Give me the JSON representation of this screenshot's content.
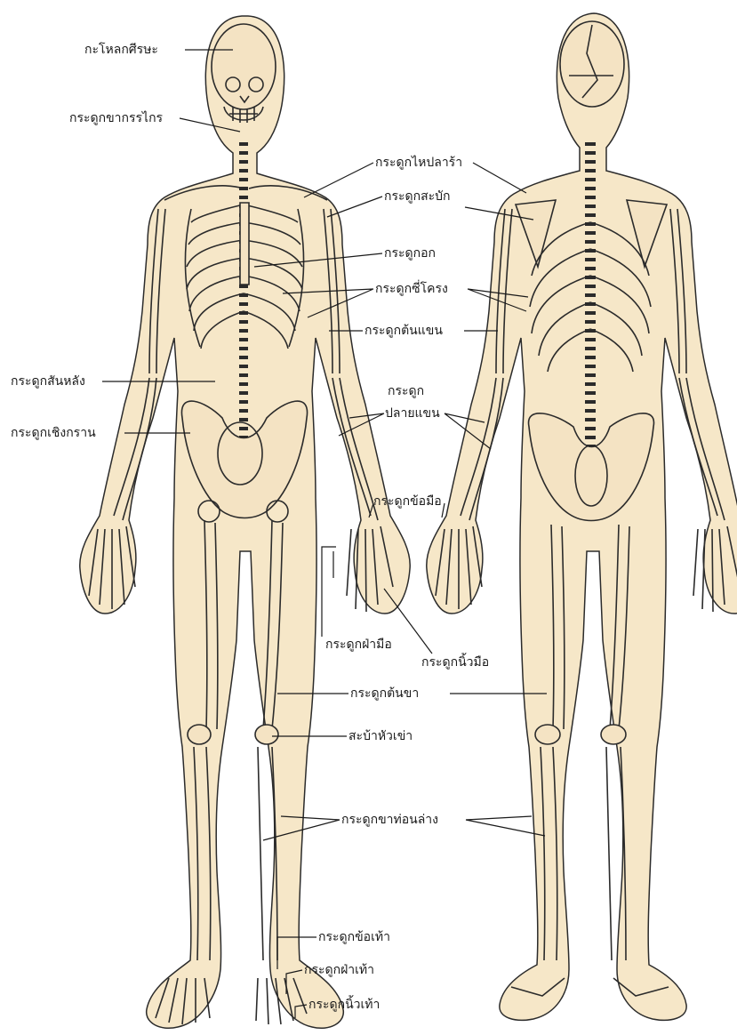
{
  "labels": {
    "skull": "กะโหลกศีรษะ",
    "jaw": "กระดูกขากรรไกร",
    "clavicle": "กระดูกไหปลาร้า",
    "scapula": "กระดูกสะบัก",
    "sternum": "กระดูกอก",
    "ribs": "กระดูกซี่โครง",
    "humerus": "กระดูกต้นแขน",
    "spine": "กระดูกสันหลัง",
    "forearm_line1": "กระดูก",
    "forearm_line2": "ปลายแขน",
    "pelvis": "กระดูกเชิงกราน",
    "wrist": "กระดูกข้อมือ",
    "palm": "กระดูกฝ่ามือ",
    "finger": "กระดูกนิ้วมือ",
    "femur": "กระดูกต้นขา",
    "patella": "สะบ้าหัวเข่า",
    "lower_leg": "กระดูกขาท่อนล่าง",
    "ankle": "กระดูกข้อเท้า",
    "sole": "กระดูกฝ่าเท้า",
    "toe": "กระดูกนิ้วเท้า"
  },
  "colors": {
    "body_fill": "#f6e7c8",
    "bone_stroke": "#2b2b2b",
    "background": "#ffffff"
  }
}
